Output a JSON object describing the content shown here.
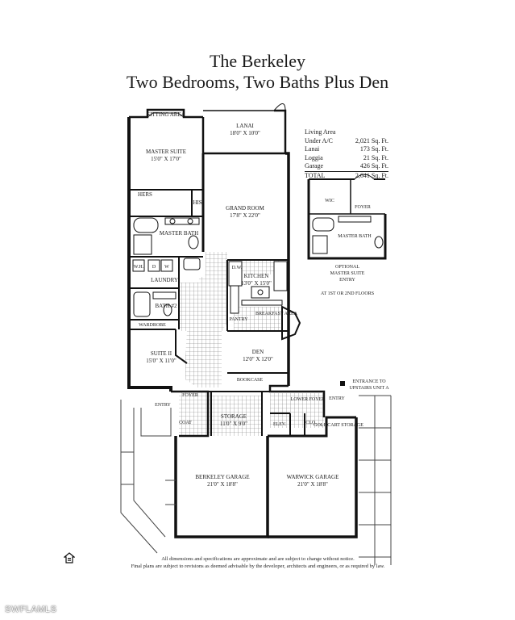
{
  "title": {
    "line1": "The Berkeley",
    "line2": "Two Bedrooms, Two Baths Plus Den"
  },
  "area_table": {
    "heading": "Living Area",
    "rows": [
      {
        "label": "Under A/C",
        "value": "2,021 Sq. Ft."
      },
      {
        "label": "Lanai",
        "value": "173 Sq. Ft."
      },
      {
        "label": "Loggia",
        "value": "21 Sq. Ft."
      },
      {
        "label": "Garage",
        "value": "426 Sq. Ft."
      }
    ],
    "total": {
      "label": "TOTAL",
      "value": "2,641 Sq. Ft."
    }
  },
  "rooms": {
    "sitting_area": "SITTING AREA",
    "lanai": "LANAI",
    "lanai_dim": "18'0\" X 10'0\"",
    "master_suite": "MASTER SUITE",
    "master_suite_dim": "15'0\" X 17'0\"",
    "hers": "HERS",
    "his": "HIS",
    "master_bath": "MASTER BATH",
    "grand_room": "GRAND ROOM",
    "grand_room_dim": "17'8\" X 22'0\"",
    "wh": "W.H.",
    "d": "D",
    "w": "W",
    "laundry": "LAUNDRY",
    "dw": "D.W.",
    "kitchen": "KITCHEN",
    "kitchen_dim": "13'0\" X 15'0\"",
    "bath2": "BATH #2",
    "pantry": "PANTRY",
    "breakfast_area": "BREAKFAST AREA",
    "wardrobe": "WARDROBE",
    "suite2": "SUITE II",
    "suite2_dim": "15'0\" X 11'0\"",
    "den": "DEN",
    "den_dim": "12'0\" X 12'0\"",
    "bookcase": "BOOKCASE",
    "foyer": "FOYER",
    "entry": "ENTRY",
    "coat": "COAT",
    "storage": "STORAGE",
    "storage_dim": "11'0\" X 9'0\"",
    "lower_foyer": "LOWER FOYER",
    "elev": "ELEV.",
    "clo": "CLO.",
    "golf_cart_storage": "GOLF CART STORAGE",
    "entry_right": "ENTRY",
    "entrance_to": "ENTRANCE TO",
    "upstairs_unit": "UPSTAIRS UNIT A",
    "berkeley_garage": "BERKELEY GARAGE",
    "berkeley_garage_dim": "21'0\" X 18'8\"",
    "warwick_garage": "WARWICK GARAGE",
    "warwick_garage_dim": "21'0\" X 18'8\""
  },
  "optional": {
    "wic": "WIC",
    "foyer": "FOYER",
    "master_bath": "MASTER BATH",
    "caption1": "OPTIONAL",
    "caption2": "MASTER SUITE",
    "caption3": "ENTRY",
    "floors": "AT 1ST OR 2ND FLOORS"
  },
  "notes": {
    "line1": "All dimensions and specifications are approximate and are subject to change without notice.",
    "line2": "Final plans are subject to revisions as deemed advisable by the developer, architects and engineers, or as required by law."
  },
  "watermark": "SWFLAMLS"
}
